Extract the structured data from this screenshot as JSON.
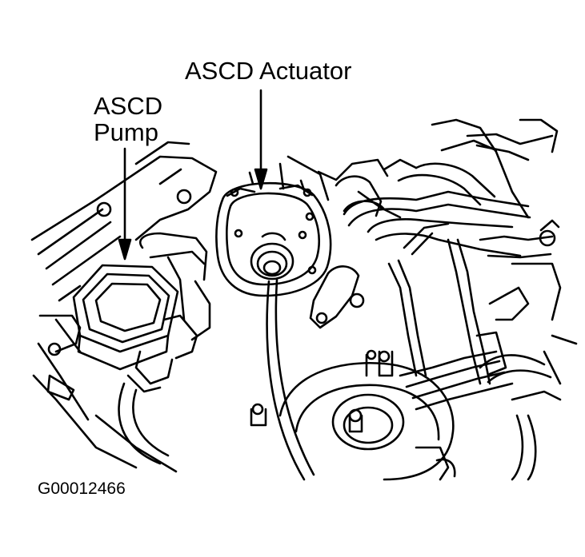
{
  "labels": {
    "actuator": "ASCD Actuator",
    "pump_line1": "ASCD",
    "pump_line2": "Pump",
    "figure_code": "G00012466"
  },
  "colors": {
    "ink": "#000000",
    "paper": "#ffffff"
  }
}
